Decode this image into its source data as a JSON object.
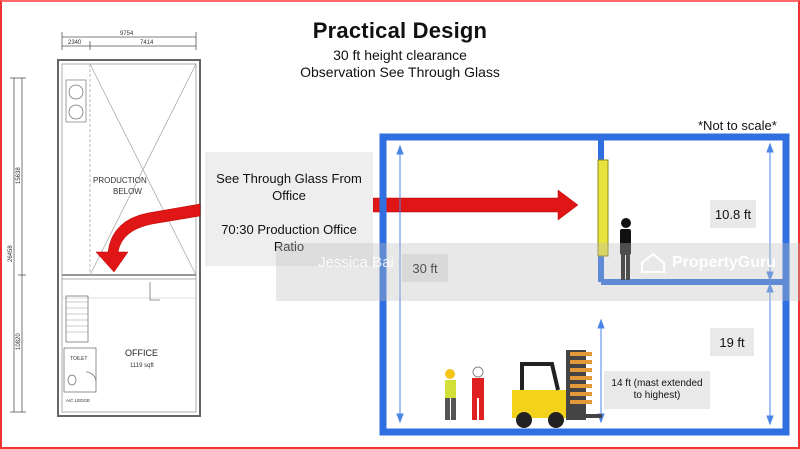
{
  "header": {
    "title": "Practical Design",
    "subtitle_1": "30 ft height clearance",
    "subtitle_2": "Observation See Through Glass"
  },
  "callout": {
    "line_1": "See Through Glass From Office",
    "line_2": "70:30 Production Office Ratio"
  },
  "section": {
    "note": "*Not to scale*",
    "total_height_label": "30 ft",
    "office_height_label": "10.8 ft",
    "lower_height_label": "19 ft",
    "forklift_label": "14 ft (mast extended to highest)"
  },
  "floor_plan": {
    "width_total": "9754",
    "width_left": "2340",
    "width_right": "7414",
    "height_total": "26458",
    "height_upper": "15638",
    "height_lower": "10820",
    "production_label_1": "PRODUCTION",
    "production_label_2": "BELOW",
    "office_label": "OFFICE",
    "office_area": "1119 sqft",
    "toilet_label": "TOILET",
    "ac_label": "A/C LEDGE"
  },
  "watermark": {
    "user": "Jessica Bai",
    "brand": "PropertyGuru"
  },
  "colors": {
    "frame_red": "#e33333",
    "arrow_red": "#e01515",
    "section_blue": "#2f6fe0",
    "glass_yellow": "#e8e23a",
    "forklift_yellow": "#f2d21b",
    "pallet_orange": "#e59a3a"
  }
}
